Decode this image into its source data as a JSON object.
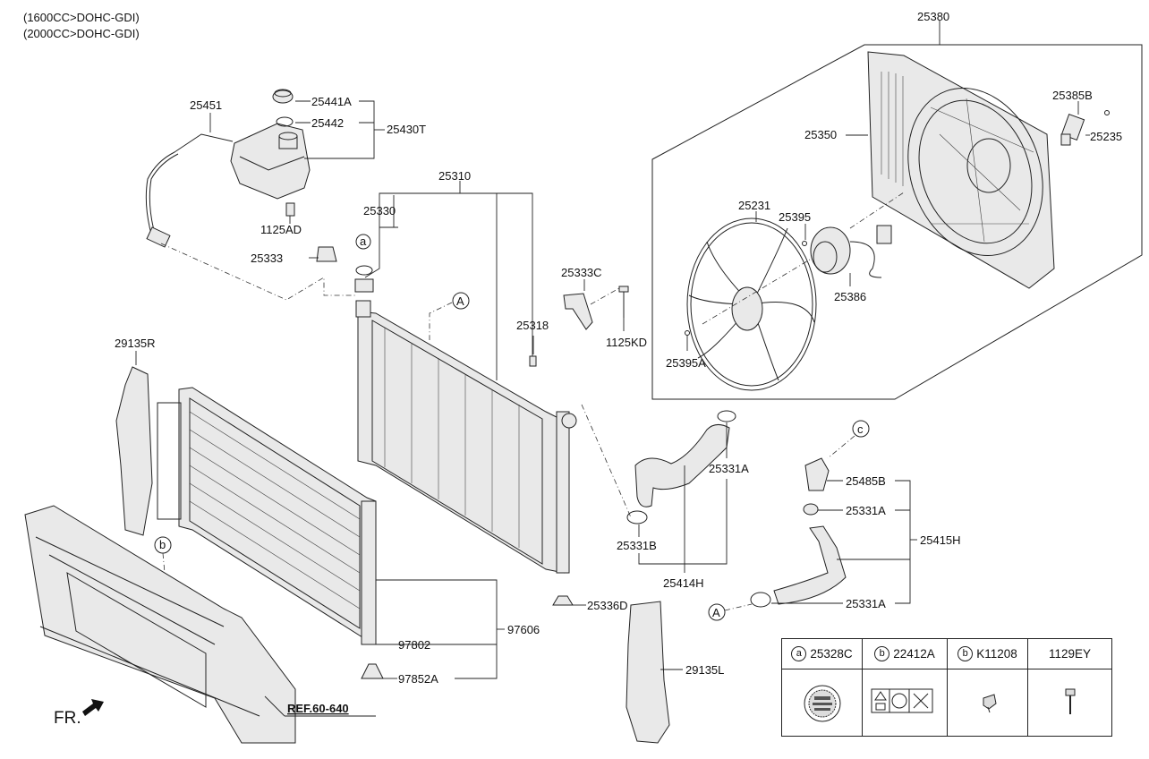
{
  "engine_notes": [
    "(1600CC>DOHC-GDI)",
    "(2000CC>DOHC-GDI)"
  ],
  "part_labels": {
    "p25380": "25380",
    "p25385B": "25385B",
    "p25350": "25350",
    "p25235": "25235",
    "p25231": "25231",
    "p25395": "25395",
    "p25386": "25386",
    "p25395A": "25395A",
    "p25451": "25451",
    "p25441A": "25441A",
    "p25442": "25442",
    "p25430T": "25430T",
    "p1125AD": "1125AD",
    "p25310": "25310",
    "p25330": "25330",
    "p25333": "25333",
    "p25333C": "25333C",
    "p1125KD": "1125KD",
    "p25318": "25318",
    "p29135R": "29135R",
    "p25331A_upper": "25331A",
    "p25331B": "25331B",
    "p25414H": "25414H",
    "p25485B": "25485B",
    "p25331A_mid": "25331A",
    "p25415H": "25415H",
    "p25331A_lower": "25331A",
    "p25336D": "25336D",
    "p97606": "97606",
    "p97802": "97802",
    "p97852A": "97852A",
    "p29135L": "29135L"
  },
  "callouts": {
    "a": "a",
    "b": "b",
    "c": "c",
    "A_top": "A",
    "A_bottom": "A"
  },
  "ref_label": "REF.60-640",
  "front_label": "FR.",
  "legend": [
    {
      "mark": "a",
      "part": "25328C",
      "icon": "sticker-label-icon"
    },
    {
      "mark": "b",
      "part": "22412A",
      "icon": "warning-label-icon"
    },
    {
      "mark": "b",
      "part": "K11208",
      "icon": "clip-icon"
    },
    {
      "mark": "",
      "part": "1129EY",
      "icon": "bolt-icon"
    }
  ]
}
